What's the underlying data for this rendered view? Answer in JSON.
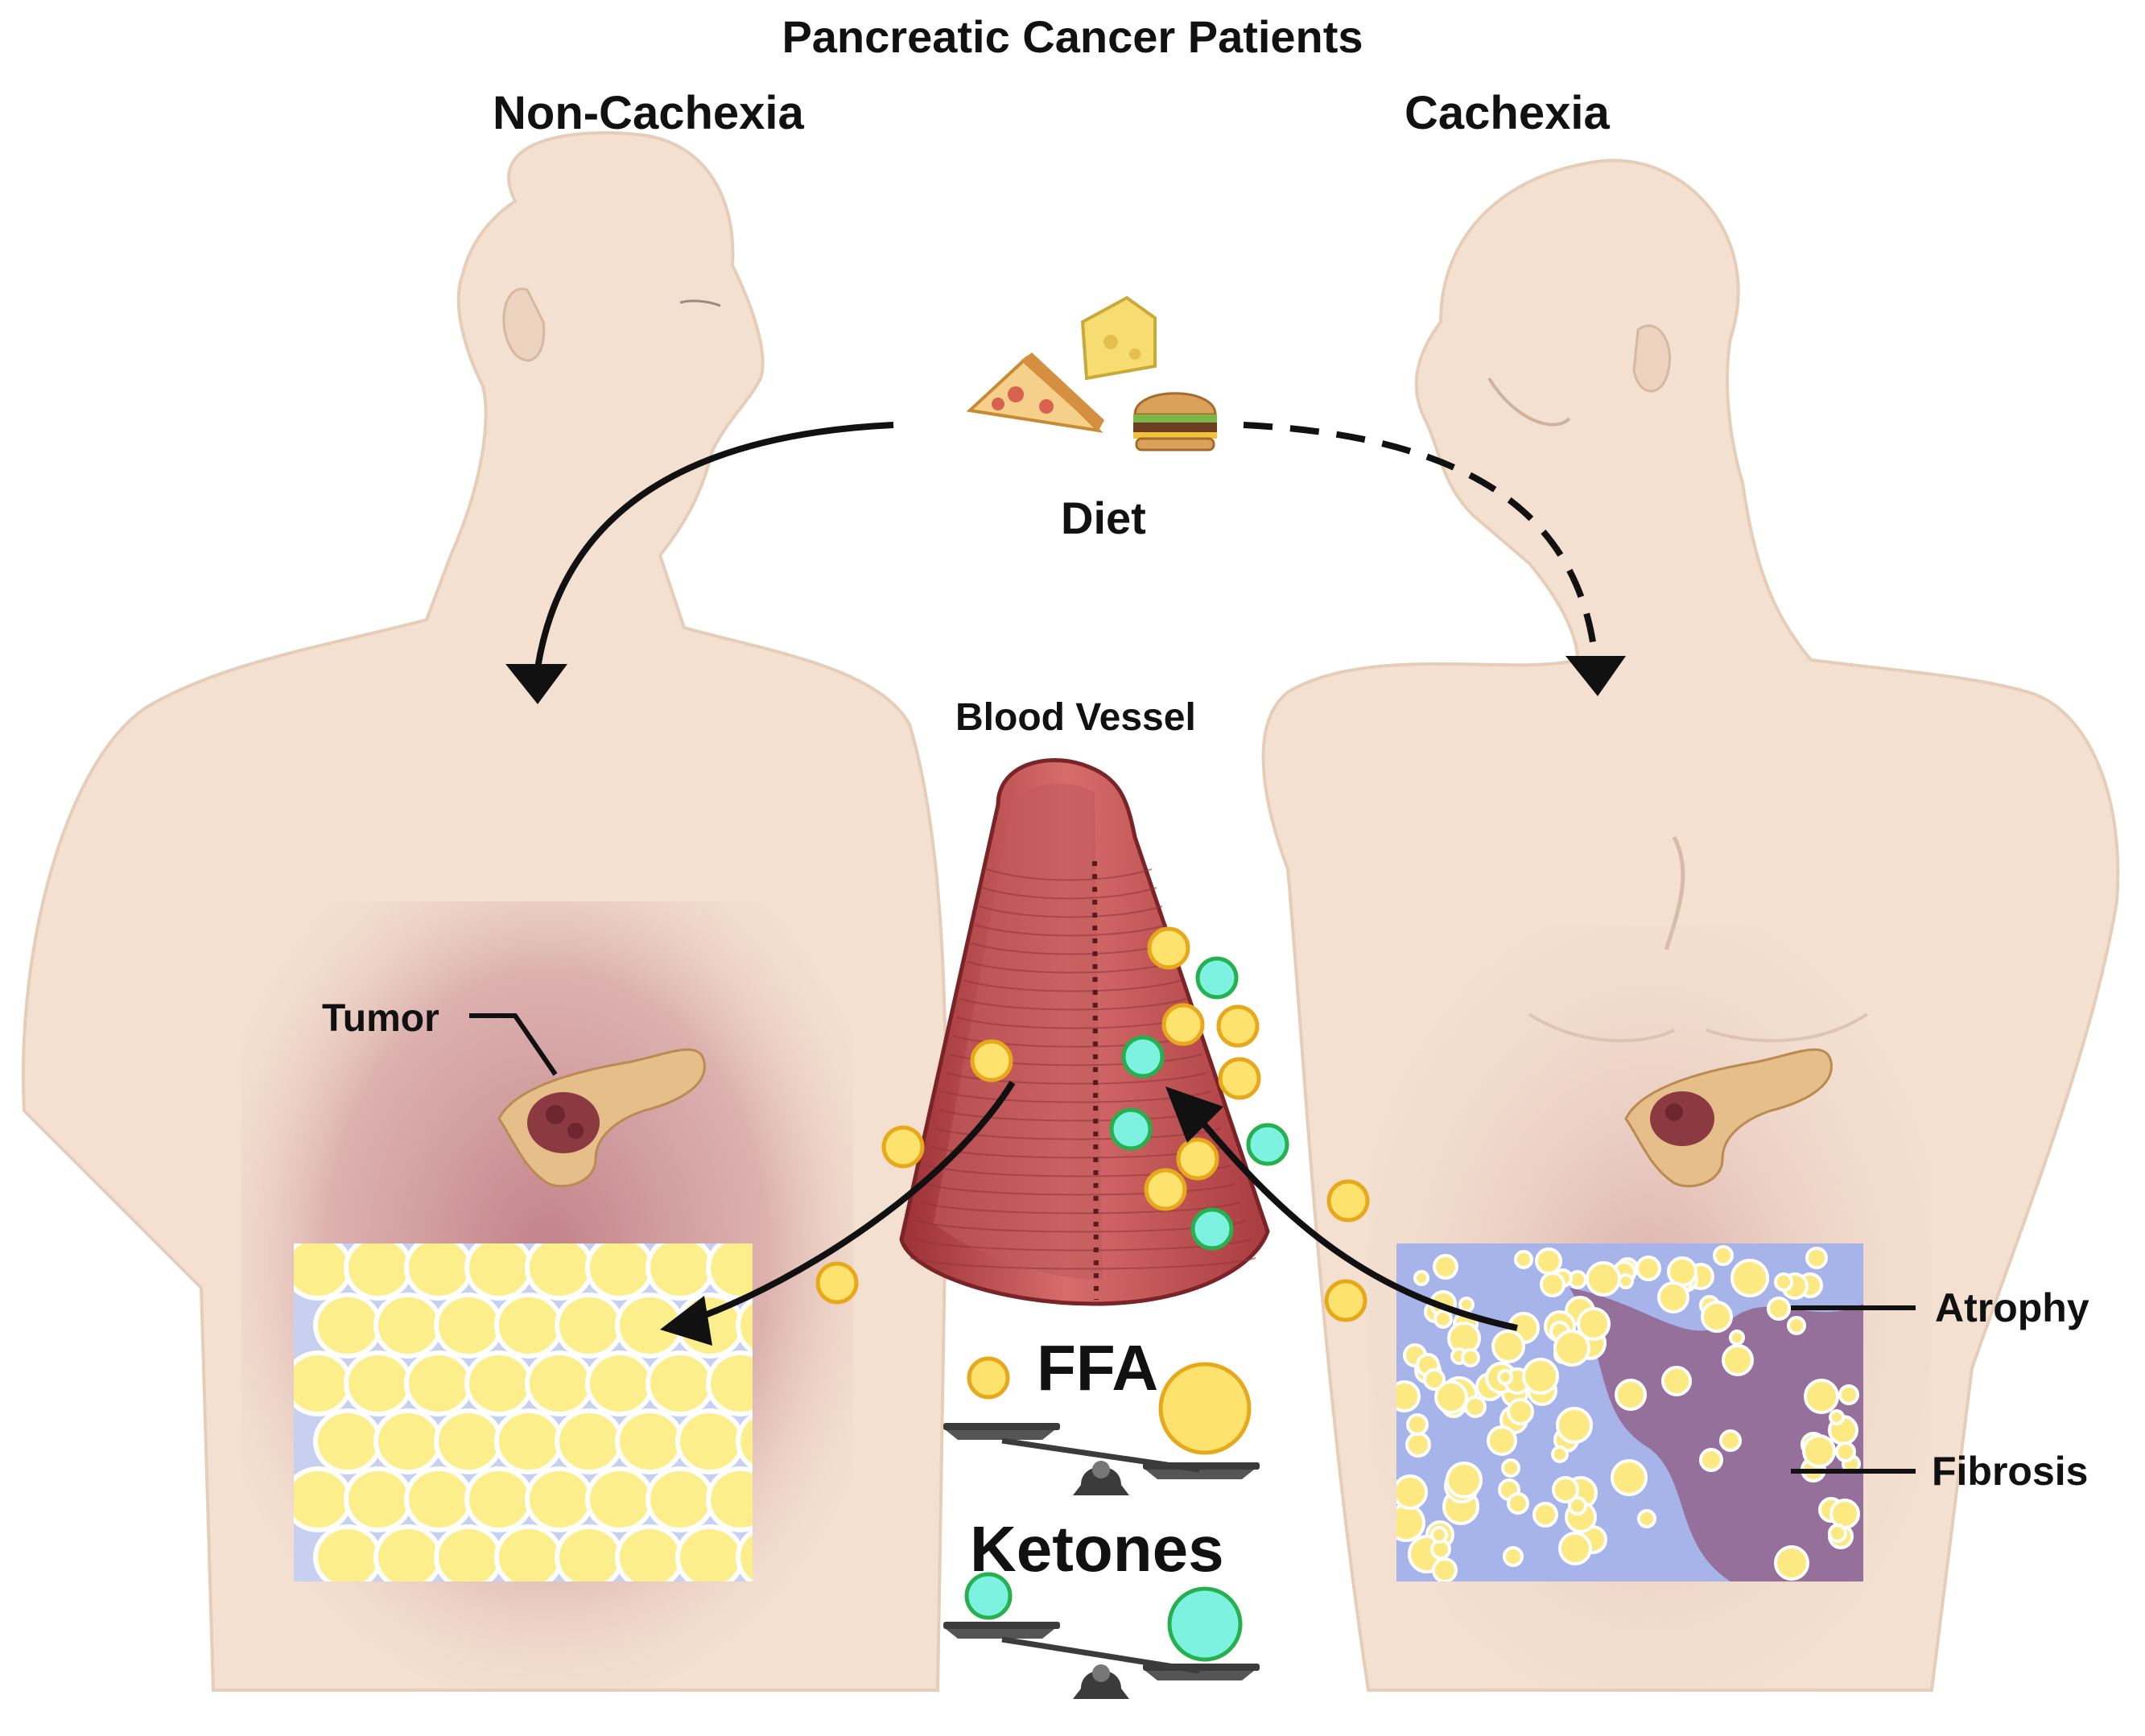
{
  "title": "Pancreatic Cancer Patients",
  "left_group": "Non-Cachexia",
  "right_group": "Cachexia",
  "diet": {
    "label": "Diet",
    "icons": [
      "pizza-slice-icon",
      "cheese-icon",
      "burger-icon"
    ]
  },
  "blood_vessel": "Blood Vessel",
  "tumor": "Tumor",
  "atrophy": "Atrophy",
  "fibrosis": "Fibrosis",
  "ffa": "FFA",
  "ketones": "Ketones",
  "colors": {
    "skin": "#f3e0d0",
    "skin_outline": "#e6cdb8",
    "abdomen": "#c9838d",
    "fat": "#fcef8b",
    "fat_matrix": "#b9c6ee",
    "ffa_dot": "#fde36d",
    "ffa_outline": "#e8a81c",
    "ketone_dot": "#7ef2e0",
    "ketone_outline": "#27b04e",
    "vessel": "#b84b4d",
    "pancreas": "#e6be8a",
    "scale": "#3b3b3b"
  }
}
